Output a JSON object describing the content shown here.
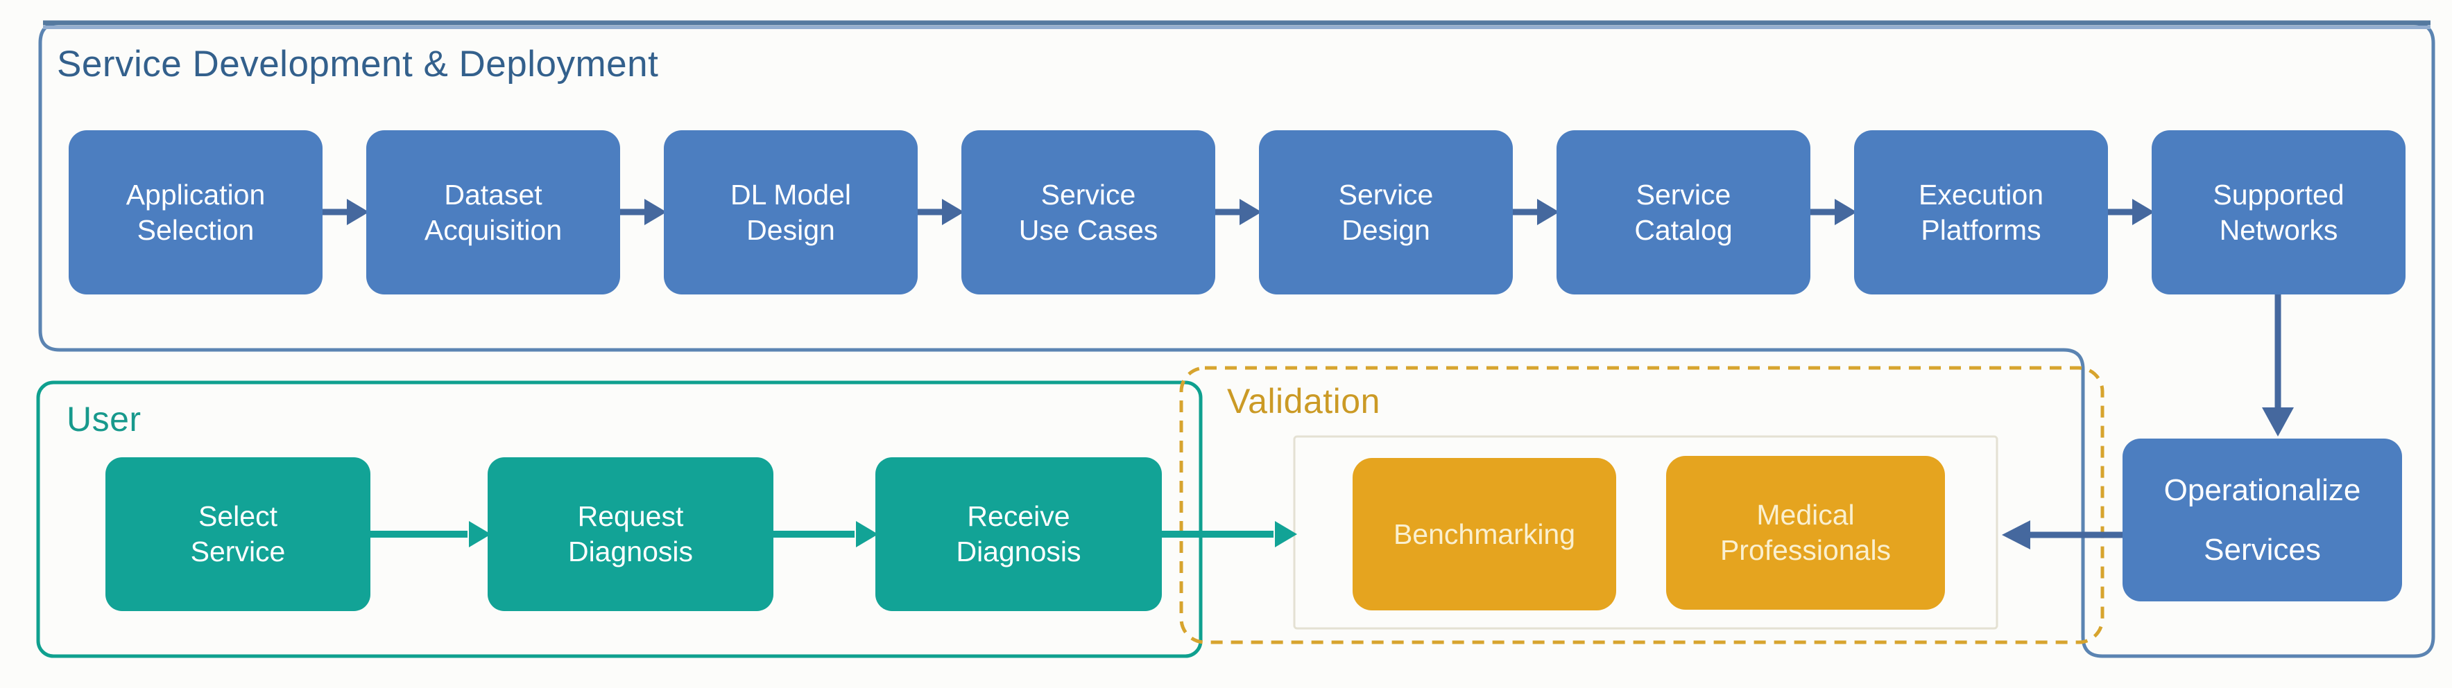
{
  "figure": {
    "type": "flow-diagram",
    "background": "#fcfcfa"
  },
  "colors": {
    "blue_box_fill": "#4c7ec0",
    "blue_container_border": "#5b84b2",
    "blue_arrow": "#45689e",
    "dev_title_text": "#33608c",
    "teal_fill": "#12a396",
    "teal_border": "#0fa08f",
    "user_title_text": "#17998c",
    "gold_box_fill": "#e5a41f",
    "gold_dashed_border": "#d7a42e",
    "validation_title_text": "#cb9a25",
    "gold_box_text": "#faf0d0",
    "inner_panel_border": "#e4e1d3"
  },
  "sections": {
    "development": {
      "title": "Service Development & Deployment",
      "steps": [
        {
          "label": "Application\nSelection"
        },
        {
          "label": "Dataset\nAcquisition"
        },
        {
          "label": "DL Model\nDesign"
        },
        {
          "label": "Service\nUse Cases"
        },
        {
          "label": "Service\nDesign"
        },
        {
          "label": "Service\nCatalog"
        },
        {
          "label": "Execution\nPlatforms"
        },
        {
          "label": "Supported\nNetworks"
        }
      ],
      "operationalize": {
        "label": "Operationalize\nServices"
      }
    },
    "user": {
      "title": "User",
      "steps": [
        {
          "label": "Select\nService"
        },
        {
          "label": "Request\nDiagnosis"
        },
        {
          "label": "Receive\nDiagnosis"
        }
      ]
    },
    "validation": {
      "title": "Validation",
      "steps": [
        {
          "label": "Benchmarking"
        },
        {
          "label": "Medical\nProfessionals"
        }
      ]
    }
  }
}
